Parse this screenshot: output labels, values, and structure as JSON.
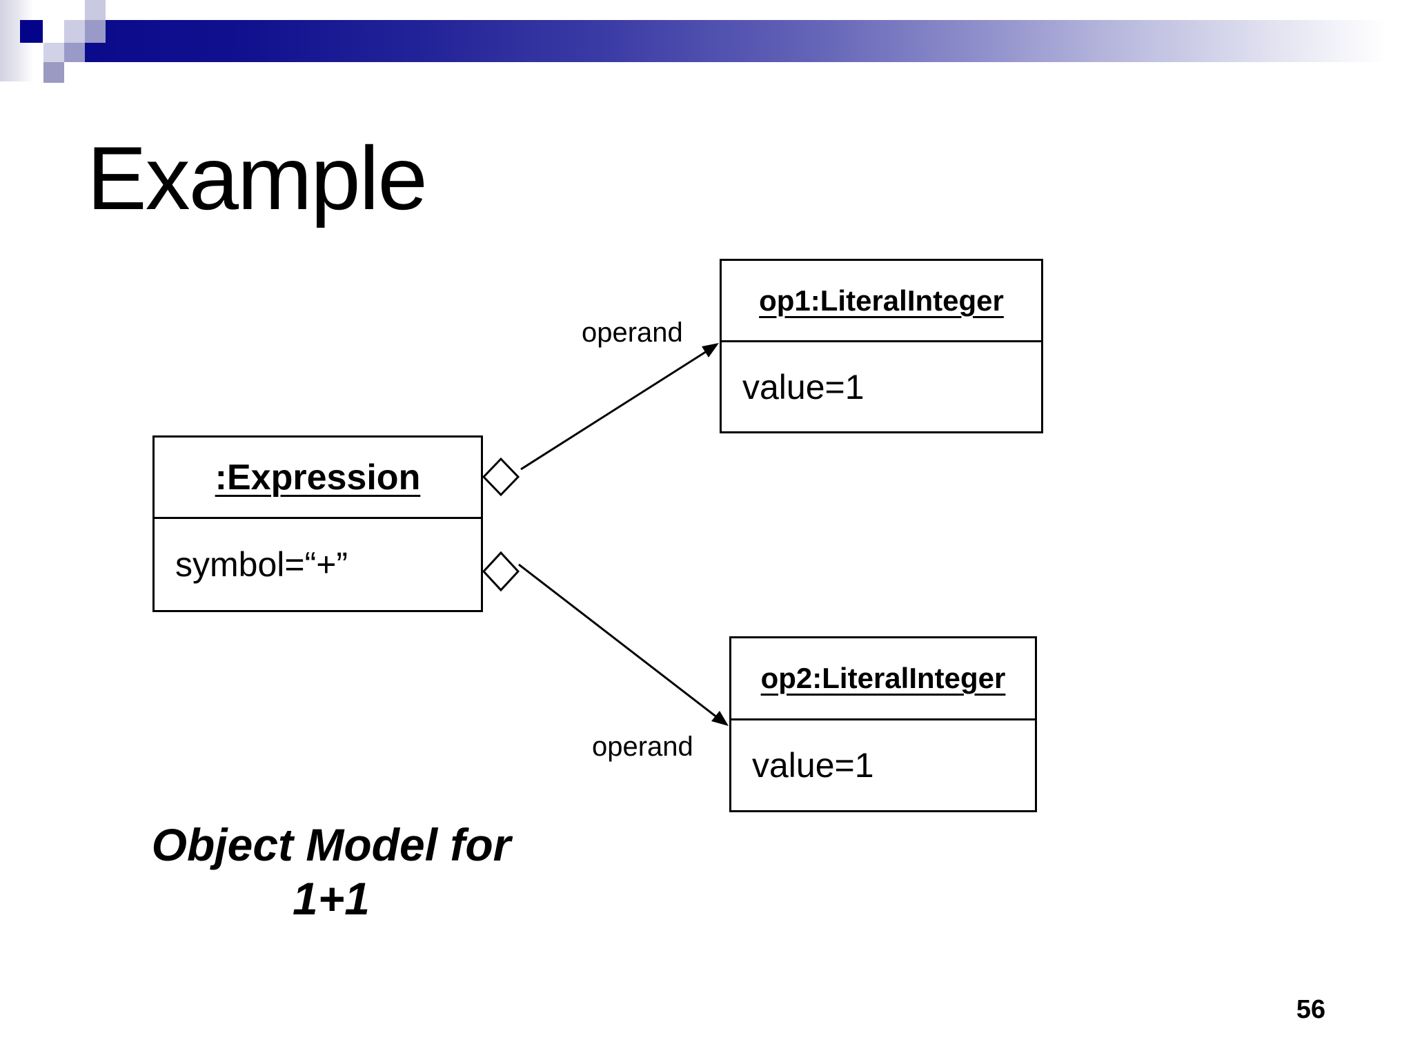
{
  "slide": {
    "title": "Example",
    "page_number": "56"
  },
  "diagram": {
    "objects": [
      {
        "name": ":Expression",
        "attribute": "symbol=“+”"
      },
      {
        "name": "op1:LiteralInteger",
        "attribute": "value=1"
      },
      {
        "name": "op2:LiteralInteger",
        "attribute": "value=1"
      }
    ],
    "edges": [
      {
        "label": "operand",
        "from": ":Expression",
        "to": "op1:LiteralInteger",
        "type": "aggregation-arrow"
      },
      {
        "label": "operand",
        "from": ":Expression",
        "to": "op2:LiteralInteger",
        "type": "aggregation-arrow"
      }
    ],
    "caption": {
      "line1": "Object Model for",
      "line2": "1+1"
    }
  },
  "colors": {
    "background": "#ffffff",
    "text": "#000000",
    "line": "#000000",
    "bar_navy": "#0a0a8c",
    "square_dark": "#04048a",
    "square_medium": "#9a9ac8",
    "square_light": "#cccce4"
  }
}
